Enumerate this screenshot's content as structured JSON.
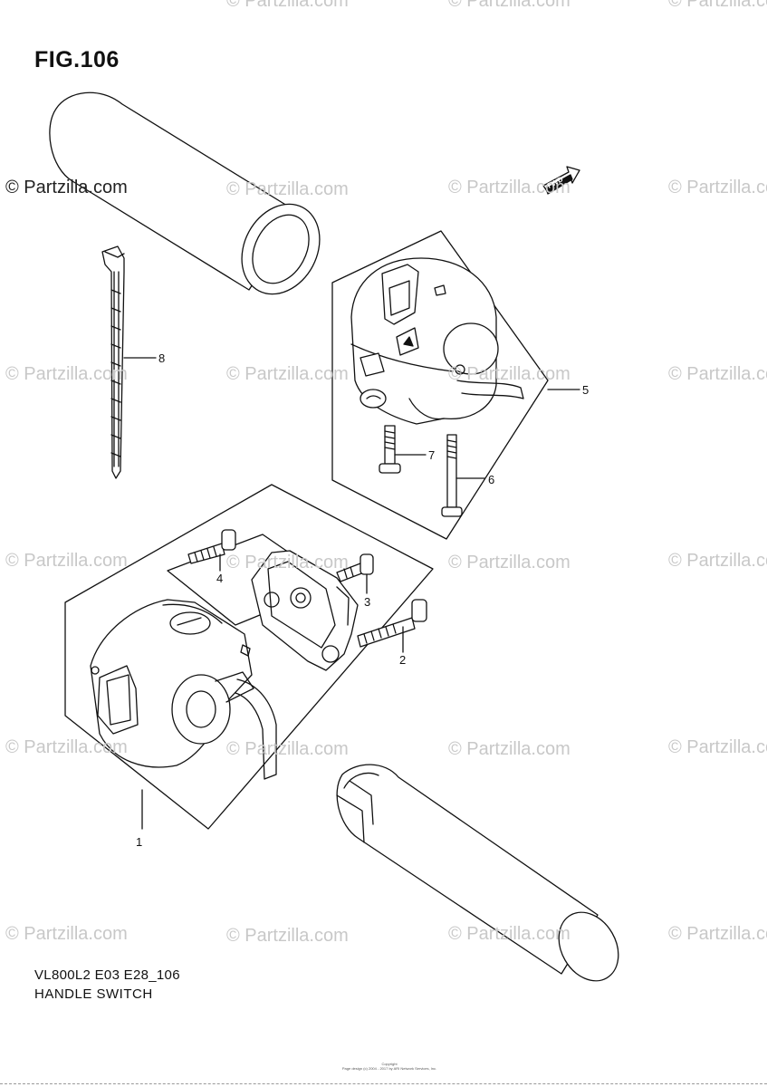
{
  "figure": {
    "title": "FIG.106",
    "code": "VL800L2 E03 E28_106",
    "name": "HANDLE SWITCH",
    "copyright_line1": "Copyright",
    "copyright_line2": "Page design (c) 2004 - 2017 by ARI Network Services, Inc."
  },
  "watermark": {
    "text": "© Partzilla.com",
    "fwd_label": "FWD"
  },
  "callouts": [
    {
      "id": "1",
      "label": "1"
    },
    {
      "id": "2",
      "label": "2"
    },
    {
      "id": "3",
      "label": "3"
    },
    {
      "id": "4",
      "label": "4"
    },
    {
      "id": "5",
      "label": "5"
    },
    {
      "id": "6",
      "label": "6"
    },
    {
      "id": "7",
      "label": "7"
    },
    {
      "id": "8",
      "label": "8"
    }
  ]
}
